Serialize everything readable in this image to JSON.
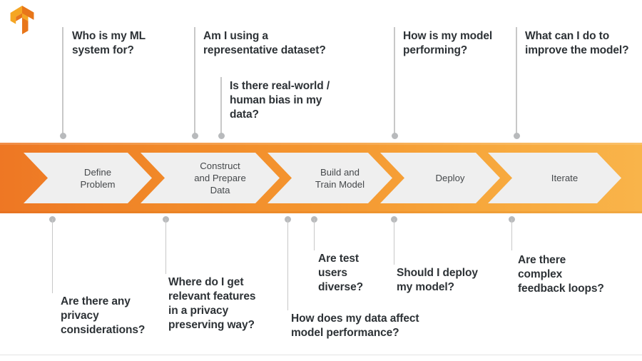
{
  "brand": {
    "logo_icon": "tensorflow-logo",
    "logo_color_dark": "#e8761a",
    "logo_color_light": "#f5a623"
  },
  "theme": {
    "band_gradient_start": "#ee7724",
    "band_gradient_end": "#f9b44a",
    "chevron_fill": "#efefef",
    "text_color": "#2d3236",
    "step_text_color": "#45484b",
    "connector_color": "#c8c8c8",
    "connector_dot_color": "#b8babc"
  },
  "pipeline": {
    "steps": [
      {
        "id": "define-problem",
        "label": "Define\nProblem"
      },
      {
        "id": "construct-prepare-data",
        "label": "Construct\nand Prepare\nData"
      },
      {
        "id": "build-train-model",
        "label": "Build and\nTrain Model"
      },
      {
        "id": "deploy",
        "label": "Deploy"
      },
      {
        "id": "iterate",
        "label": "Iterate"
      }
    ]
  },
  "questions_above": [
    {
      "id": "who-is-my-ml-system-for",
      "text": "Who is my ML\nsystem for?"
    },
    {
      "id": "am-i-using-representative-dataset",
      "text": "Am I using a\nrepresentative dataset?"
    },
    {
      "id": "real-world-human-bias",
      "text": "Is there real-world /\nhuman bias in my\ndata?"
    },
    {
      "id": "how-is-my-model-performing",
      "text": "How is my model\nperforming?"
    },
    {
      "id": "what-can-i-do-to-improve",
      "text": "What can I do to\nimprove the model?"
    }
  ],
  "questions_below": [
    {
      "id": "privacy-considerations",
      "text": "Are there any\nprivacy\nconsiderations?"
    },
    {
      "id": "relevant-features-privacy",
      "text": "Where do I get\nrelevant features\nin a privacy\npreserving way?"
    },
    {
      "id": "are-test-users-diverse",
      "text": "Are test\nusers\ndiverse?"
    },
    {
      "id": "how-does-data-affect-performance",
      "text": "How does my data affect\nmodel performance?"
    },
    {
      "id": "should-i-deploy-my-model",
      "text": "Should I deploy\nmy model?"
    },
    {
      "id": "complex-feedback-loops",
      "text": "Are there\ncomplex\nfeedback loops?"
    }
  ]
}
